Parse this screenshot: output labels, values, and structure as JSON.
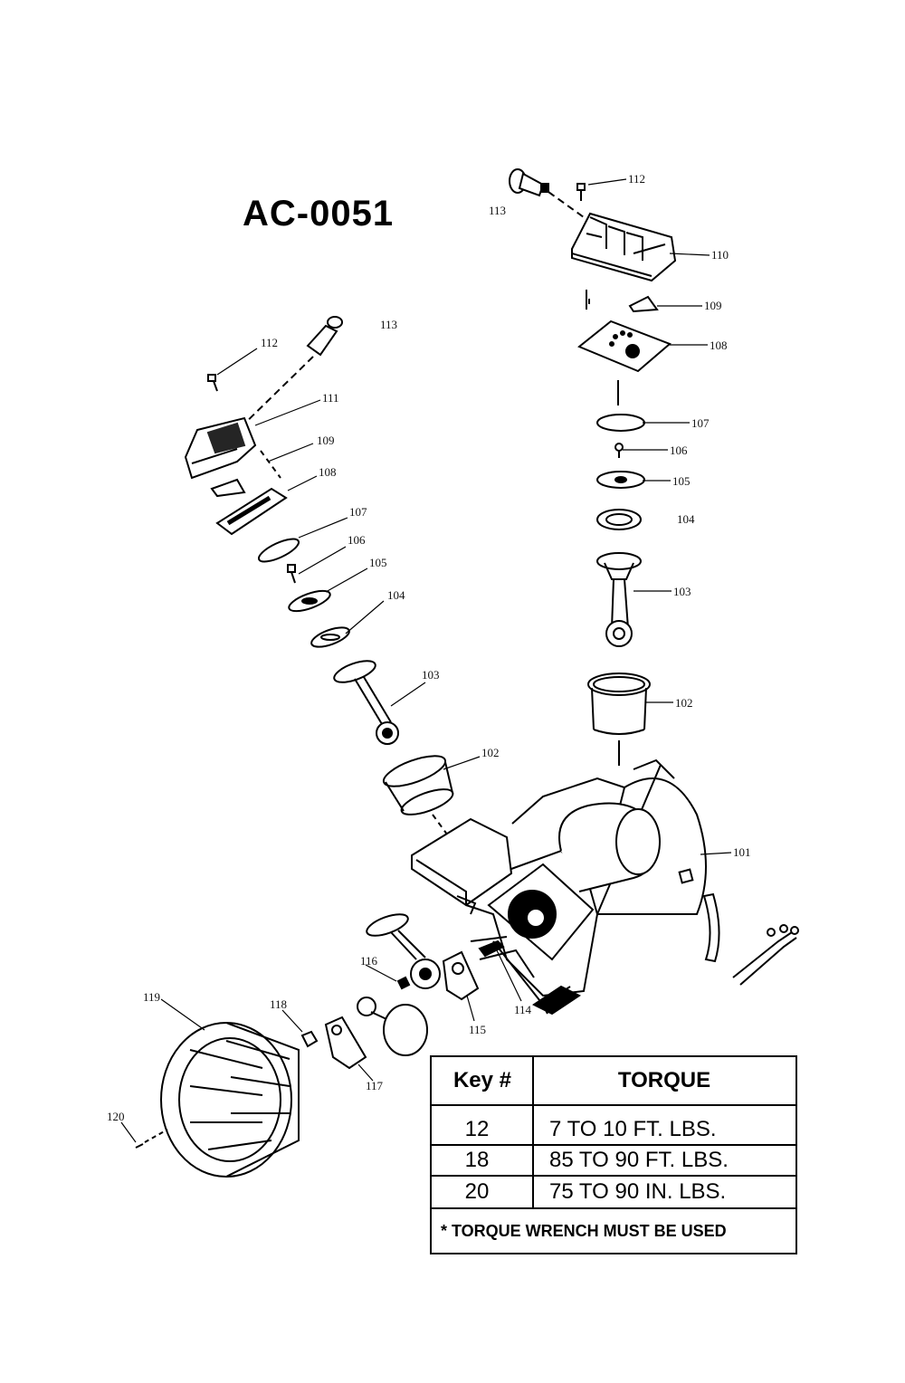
{
  "title": "AC-0051",
  "labels": {
    "top_assembly": [
      "112",
      "113",
      "110",
      "109",
      "108",
      "107",
      "106",
      "105",
      "104",
      "103",
      "102"
    ],
    "left_assembly": [
      "112",
      "113",
      "111",
      "109",
      "108",
      "107",
      "106",
      "105",
      "104",
      "103",
      "102"
    ],
    "lower": [
      "101",
      "116",
      "114",
      "115",
      "119",
      "118",
      "117",
      "120"
    ]
  },
  "torque_table": {
    "headers": [
      "Key #",
      "TORQUE"
    ],
    "rows": [
      {
        "key": "12",
        "torque": "7 TO 10 FT. LBS."
      },
      {
        "key": "18",
        "torque": "85 TO 90 FT. LBS."
      },
      {
        "key": "20",
        "torque": "75 TO 90 IN. LBS."
      }
    ],
    "footnote": "* TORQUE WRENCH MUST BE USED"
  }
}
